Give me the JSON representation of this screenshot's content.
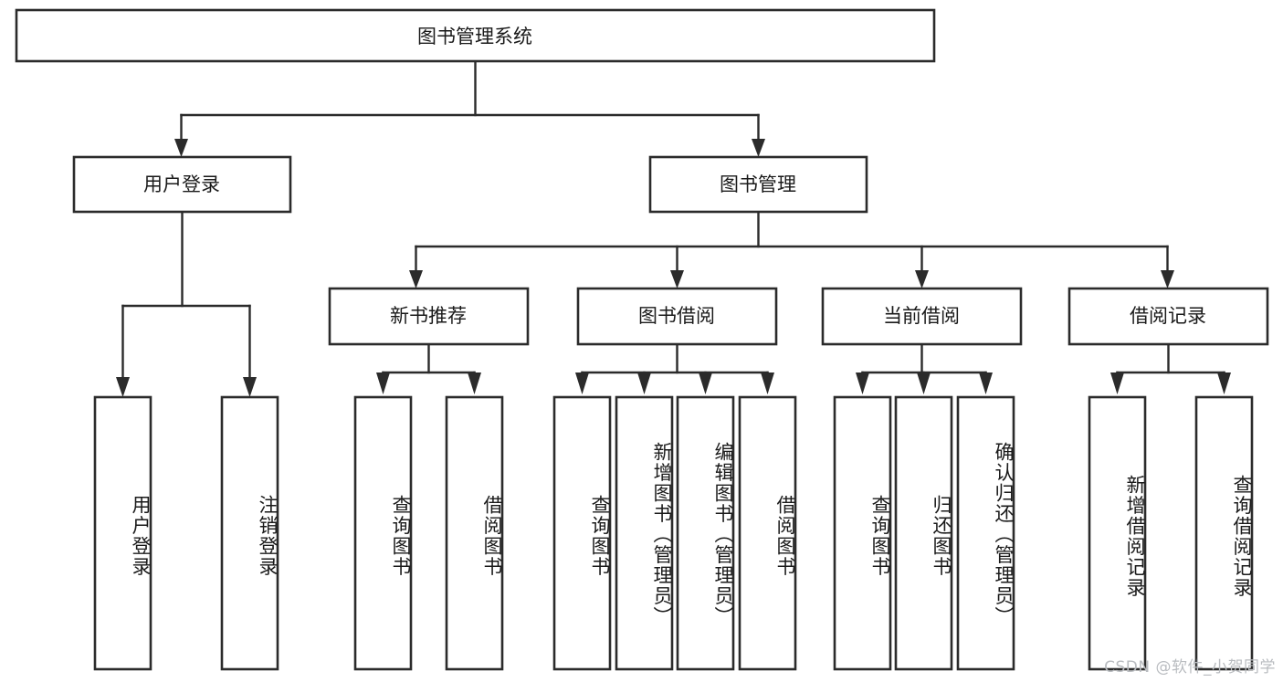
{
  "diagram": {
    "type": "tree-hierarchy-chart",
    "background_color": "#ffffff",
    "box_stroke_color": "#2b2b2b",
    "text_color": "#1a1a1a",
    "root": {
      "label": "图书管理系统"
    },
    "level2": [
      {
        "label": "用户登录"
      },
      {
        "label": "图书管理"
      }
    ],
    "level3": [
      {
        "label": "新书推荐"
      },
      {
        "label": "图书借阅"
      },
      {
        "label": "当前借阅"
      },
      {
        "label": "借阅记录"
      }
    ],
    "leaves": {
      "user_login": [
        {
          "label": "用户登录"
        },
        {
          "label": "注销登录"
        }
      ],
      "new_book_recommend": [
        {
          "label": "查询图书"
        },
        {
          "label": "借阅图书"
        }
      ],
      "book_borrow": [
        {
          "label": "查询图书"
        },
        {
          "label": "新增图书（管理员）"
        },
        {
          "label": "编辑图书（管理员）"
        },
        {
          "label": "借阅图书"
        }
      ],
      "current_borrow": [
        {
          "label": "查询图书"
        },
        {
          "label": "归还图书"
        },
        {
          "label": "确认归还（管理员）"
        }
      ],
      "borrow_record": [
        {
          "label": "新增借阅记录"
        },
        {
          "label": "查询借阅记录"
        }
      ]
    }
  },
  "watermark": {
    "text": "CSDN @软件_小贺同学",
    "color": "#b9bcc0"
  }
}
